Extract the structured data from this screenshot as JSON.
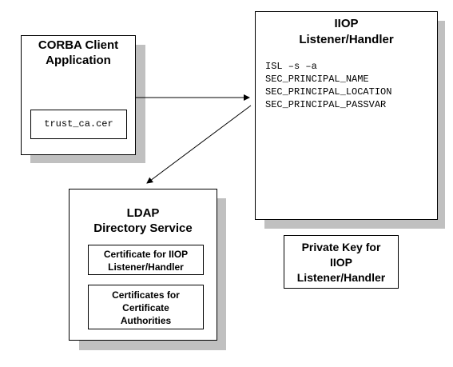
{
  "client": {
    "title_line1": "CORBA Client",
    "title_line2": "Application",
    "certificate_file": "trust_ca.cer"
  },
  "iiop": {
    "title_line1": "IIOP",
    "title_line2": "Listener/Handler",
    "commands": [
      "ISL –s –a",
      "SEC_PRINCIPAL_NAME",
      "SEC_PRINCIPAL_LOCATION",
      "SEC_PRINCIPAL_PASSVAR"
    ]
  },
  "private_key": {
    "line1": "Private Key for",
    "line2": "IIOP",
    "line3": "Listener/Handler"
  },
  "ldap": {
    "title_line1": "LDAP",
    "title_line2": "Directory Service",
    "cert_iiop_line1": "Certificate for IIOP",
    "cert_iiop_line2": "Listener/Handler",
    "cert_ca_line1": "Certificates for",
    "cert_ca_line2": "Certificate",
    "cert_ca_line3": "Authorities"
  },
  "colors": {
    "shadow": "#c0c0c0",
    "line": "#000000"
  }
}
